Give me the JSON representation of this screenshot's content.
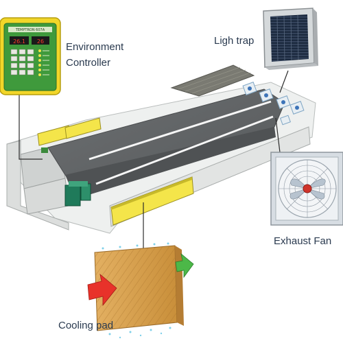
{
  "labels": {
    "environment_controller_line1": "Environment",
    "environment_controller_line2": "Controller",
    "light_trap": "Ligh trap",
    "exhaust_fan": "Exhaust Fan",
    "cooling_pad": "Cooling pad"
  },
  "controller": {
    "brand": "TEMPTRON 607A",
    "display_left": "26.1",
    "display_right": "26"
  },
  "colors": {
    "controller_body": "#f2d629",
    "controller_face": "#3f9a3c",
    "pad_yellow": "#f4e54a",
    "roof_dark": "#5f6264",
    "cooling_pad": "#d9a24a",
    "airflow_in": "#e8322a",
    "airflow_out": "#4cb848",
    "fan_blue": "#3d74b8",
    "leader_line": "#2b2b2b"
  },
  "icons": [
    "controller-icon",
    "light-trap-icon",
    "exhaust-fan-icon",
    "cooling-pad-icon",
    "airflow-in-arrow-icon",
    "airflow-out-arrow-icon"
  ]
}
